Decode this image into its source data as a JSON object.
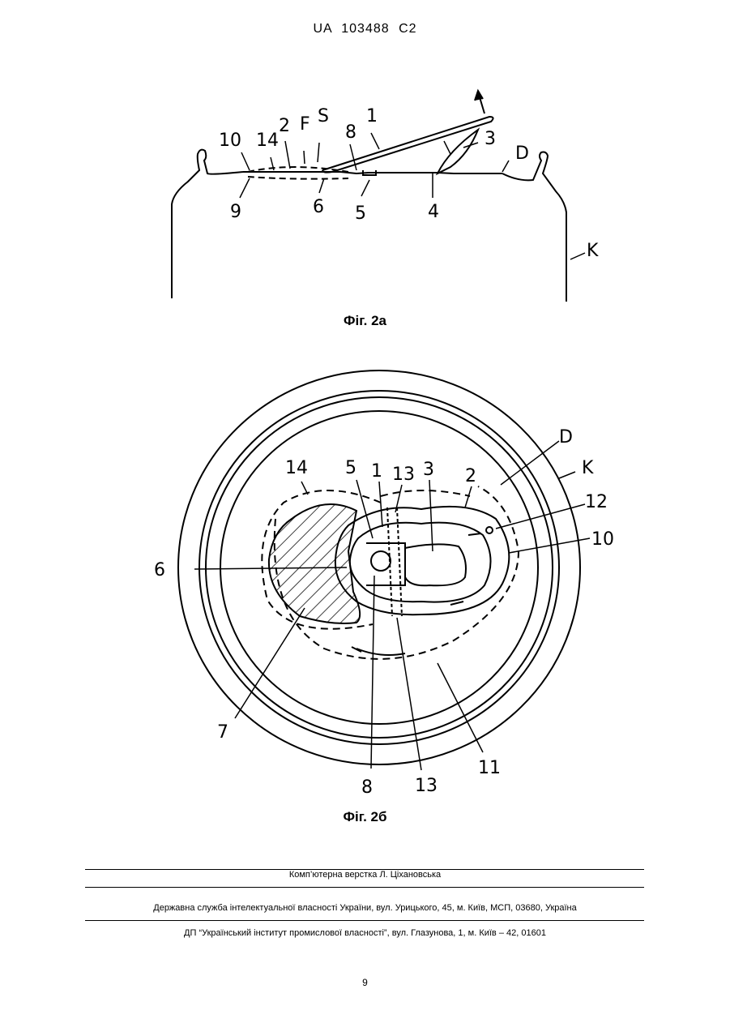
{
  "header": {
    "patent_id": "UA   103488   C2"
  },
  "figures": [
    {
      "caption": "Фіг. 2а",
      "labels": {
        "l10": "10",
        "l14": "14",
        "l2": "2",
        "lF": "F",
        "lS": "S",
        "l8": "8",
        "l1": "1",
        "l3": "3",
        "lD": "D",
        "l9": "9",
        "l6": "6",
        "l5": "5",
        "l4": "4",
        "lK": "K"
      }
    },
    {
      "caption": "Фіг. 2б",
      "labels": {
        "lD": "D",
        "lK": "K",
        "l14": "14",
        "l5": "5",
        "l1": "1",
        "l13a": "13",
        "l3": "3",
        "l2": "2",
        "l12": "12",
        "l10": "10",
        "l6": "6",
        "l7": "7",
        "l8": "8",
        "l13b": "13",
        "l11": "11"
      }
    }
  ],
  "footer": {
    "line1": "Комп’ютерна верстка Л. Ціхановська",
    "line2": "Державна служба інтелектуальної власності України, вул. Урицького, 45, м. Київ, МСП, 03680, Україна",
    "line3": "ДП “Український інститут промислової власності”, вул. Глазунова, 1, м. Київ – 42, 01601"
  },
  "page_number": "9"
}
